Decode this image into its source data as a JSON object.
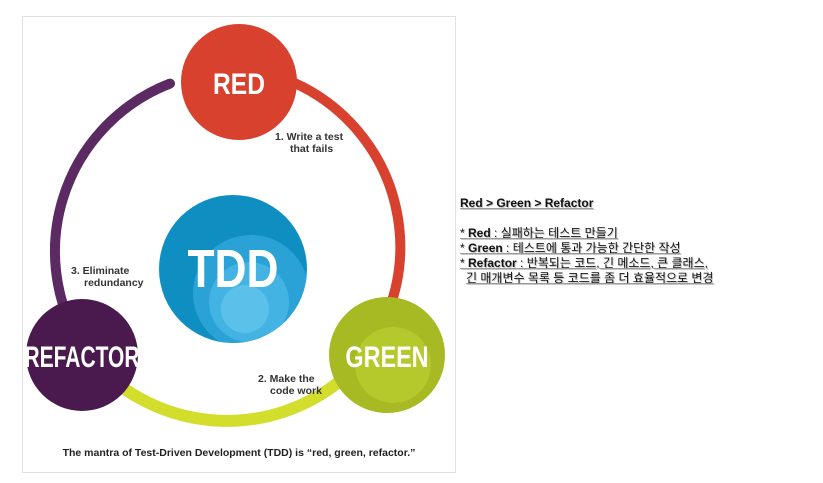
{
  "diagram": {
    "center_label": "TDD",
    "nodes": {
      "red": {
        "label": "RED",
        "color": "#d9412f"
      },
      "green": {
        "label": "GREEN",
        "color": "#a7ba23"
      },
      "refactor": {
        "label": "REFACTOR",
        "color": "#4a1a4f"
      }
    },
    "steps": {
      "step1": {
        "line1": "1. Write a test",
        "line2": "that fails"
      },
      "step2": {
        "line1": "2. Make the",
        "line2": "code work"
      },
      "step3": {
        "line1": "3. Eliminate",
        "line2": "redundancy"
      }
    },
    "arc_colors": {
      "red_to_green": "#d9412f",
      "green_to_refactor": "#d3de2c",
      "refactor_to_red": "#5b2a63"
    },
    "center_colors": [
      "#0f8fc1",
      "#35a8d9",
      "#5cc1ea"
    ],
    "caption": "The mantra of Test-Driven Development (TDD) is “red, green, refactor.”"
  },
  "notes": {
    "title": "Red > Green > Refactor",
    "items": [
      {
        "term": "Red",
        "desc": " : 실패하는 테스트 만들기"
      },
      {
        "term": "Green",
        "desc": " : 테스트에 통과 가능한 간단한 작성"
      },
      {
        "term": "Refactor",
        "desc": " : 반복되는 코드, 긴 메소드, 큰 클래스,"
      }
    ],
    "continuation": "긴 매개변수 목록 등 코드를 좀 더 효율적으로 변경"
  }
}
